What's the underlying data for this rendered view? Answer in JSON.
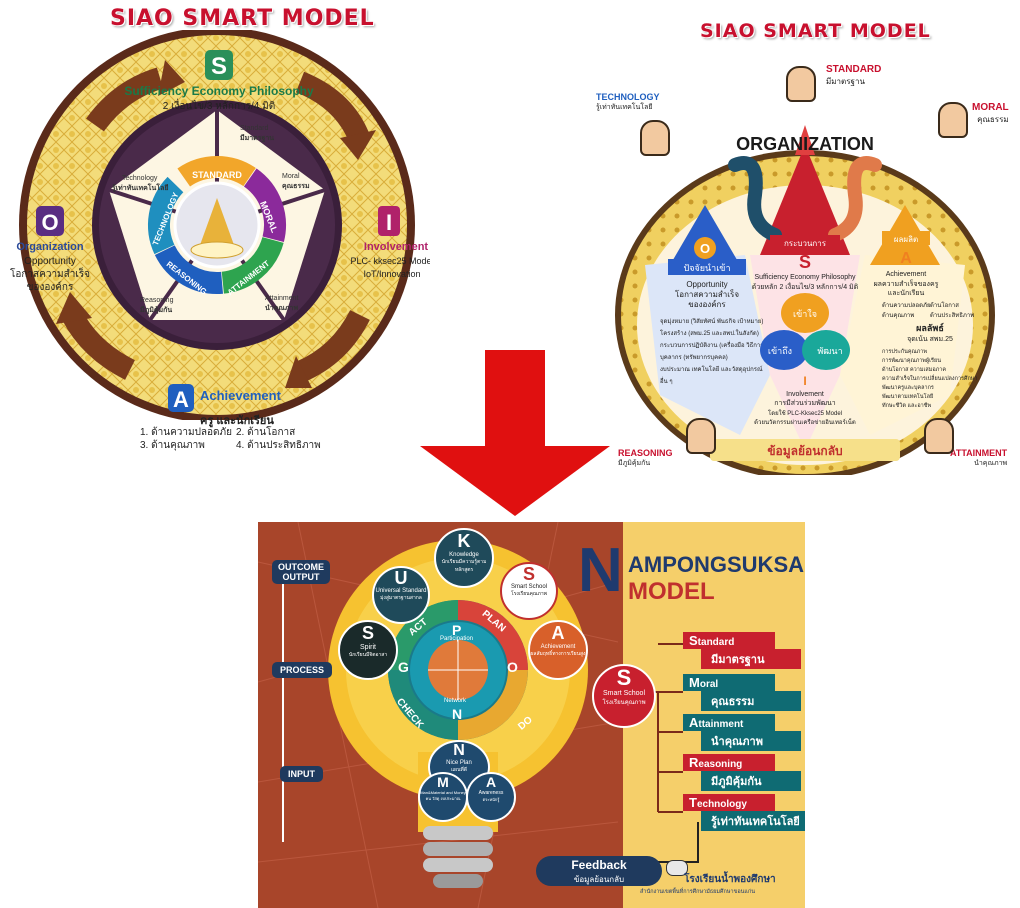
{
  "left": {
    "title": "SIAO SMART MODEL",
    "s": {
      "letter": "S",
      "title": "Sufficiency Economy Philosophy",
      "sub": "2 เงื่อนไข/3 หลักการ/4 มิติ"
    },
    "o": {
      "letter": "O",
      "title": "Organization",
      "line1": "Opportunity",
      "line2": "โอกาสความสำเร็จ",
      "line3": "ขององค์กร"
    },
    "i": {
      "letter": "I",
      "title": "Involvement",
      "line1": "PLC- kksec25 Model",
      "line2": "IoT/Innovation"
    },
    "a": {
      "letter": "A",
      "title": "Achievement",
      "sub": "ครู และนักเรียน",
      "items": [
        "1. ด้านความปลอดภัย",
        "2. ด้านโอกาส",
        "3. ด้านคุณภาพ",
        "4. ด้านประสิทธิภาพ"
      ]
    },
    "wheel": [
      "STANDARD",
      "MORAL",
      "ATTAINMENT",
      "REASONING",
      "TECHNOLOGY"
    ],
    "cards": {
      "standard": {
        "en": "Standard",
        "th": "มีมาตรฐาน"
      },
      "moral": {
        "en": "Moral",
        "th": "คุณธรรม"
      },
      "attainment": {
        "en": "Attainment",
        "th": "นำคุณภาพ"
      },
      "reasoning": {
        "en": "Reasoning",
        "th": "มีภูมิคุ้มกัน"
      },
      "technology": {
        "en": "Technology",
        "th": "รู้เท่าทันเทคโนโลยี"
      }
    }
  },
  "right": {
    "title": "SIAO SMART MODEL",
    "org": "ORGANIZATION",
    "standard": {
      "en": "STANDARD",
      "th": "มีมาตรฐาน"
    },
    "technology": {
      "en": "TECHNOLOGY",
      "th": "รู้เท่าทันเทคโนโลยี"
    },
    "moral": {
      "en": "MORAL",
      "th": "คุณธรรม"
    },
    "reasoning": {
      "en": "REASONING",
      "th": "มีภูมิคุ้มกัน"
    },
    "attainment": {
      "en": "ATTAINMENT",
      "th": "นำคุณภาพ"
    },
    "col_o": {
      "letter": "O",
      "head": "ปัจจัยนำเข้า",
      "en": "Opportunity",
      "th1": "โอกาสความสำเร็จ",
      "th2": "ขององค์กร",
      "items": [
        "จุดมุ่งหมาย (วิสัยทัศน์ พันธกิจ เป้าหมาย)",
        "โครงสร้าง (สพม.25 และสพป.ในสังกัด)",
        "กระบวนการปฏิบัติงาน (เครื่องมือ วิธีการ)",
        "บุคลากร (ทรัพยากรบุคคล)",
        "งบประมาณ เทคโนโลยี และวัสดุอุปกรณ์",
        "อื่น ๆ"
      ]
    },
    "col_s": {
      "head": "กระบวนการ",
      "letter": "S",
      "en": "Sufficiency Economy Philosophy",
      "th": "ด้วยหลัก 2 เงื่อนไข/3 หลักการ/4 มิติ"
    },
    "col_a": {
      "head": "ผลผลิต",
      "letter": "A",
      "en": "Achievement",
      "th1": "ผลความสำเร็จของครู",
      "th2": "และนักเรียน",
      "items": [
        "ด้านความปลอดภัย",
        "ด้านโอกาส",
        "ด้านคุณภาพ",
        "ด้านประสิทธิภาพ"
      ],
      "result": "ผลลัพธ์",
      "result2": "จุดเน้น สพม.25",
      "result_items": [
        "การประกันคุณภาพ",
        "การพัฒนาคุณภาพผู้เรียน",
        "ด้านโอกาส ความเสมอภาค",
        "ความสำเร็จในการเปลี่ยนแปลงการศึกษา",
        "พัฒนาครูและบุคลากร",
        "พัฒนาตามเทคโนโลยี",
        "ทักษะชีวิต และอาชีพ"
      ]
    },
    "petals": [
      "เข้าใจ",
      "เข้าถึง",
      "พัฒนา"
    ],
    "inv": {
      "letter": "I",
      "en": "Involvement",
      "th": "การมีส่วนร่วมพัฒนา",
      "line1": "โดยใช้ PLC-Kksec25 Model",
      "line2": "ด้วยนวัตกรรมผ่านเครือข่ายอินเทอร์เน็ต"
    },
    "feedback": "ข้อมูลย้อนกลับ"
  },
  "bottom": {
    "labels": {
      "outcome1": "OUTCOME",
      "outcome2": "OUTPUT",
      "process": "PROCESS",
      "input": "INPUT"
    },
    "title_n": "N",
    "title_line1": "AMPONGSUKSA",
    "title_line2": "MODEL",
    "bubbles": {
      "u": {
        "letter": "U",
        "en": "Universal Standard",
        "th": "มุ่งสู่มาตรฐานสากล"
      },
      "k": {
        "letter": "K",
        "en": "Knowledge",
        "th": "นักเรียนมีความรู้ตามหลักสูตร"
      },
      "s": {
        "letter": "S",
        "en": "Smart School",
        "th": "โรงเรียนคุณภาพ"
      },
      "spirit": {
        "letter": "S",
        "en": "Spirit",
        "th": "นักเรียนมีจิตอาสา"
      },
      "a": {
        "letter": "A",
        "en": "Achievement",
        "th": "ผลสัมฤทธิ์ทางการเรียนสูง"
      },
      "n": {
        "letter": "N",
        "en": "Nice Plan",
        "th": "แผนที่ดี"
      },
      "m": {
        "letter": "M",
        "en": "Man&Material and Money",
        "th": "คน วัสดุ งบประมาณ"
      },
      "aw": {
        "letter": "A",
        "en": "Awareness",
        "th": "ตระหนักรู้"
      }
    },
    "cycle": [
      "PLAN",
      "DO",
      "CHECK",
      "ACT"
    ],
    "ring_letters": [
      "P",
      "O",
      "N",
      "G"
    ],
    "ring_text": [
      "Participation",
      "Network"
    ],
    "smart": {
      "letter": "S",
      "en": "Smart School",
      "th": "โรงเรียนคุณภาพ"
    },
    "ribbons": [
      {
        "cap": "S",
        "en": "tandard",
        "th": "มีมาตรฐาน"
      },
      {
        "cap": "M",
        "en": "oral",
        "th": "คุณธรรม"
      },
      {
        "cap": "A",
        "en": "ttainment",
        "th": "นำคุณภาพ"
      },
      {
        "cap": "R",
        "en": "easoning",
        "th": "มีภูมิคุ้มกัน"
      },
      {
        "cap": "T",
        "en": "echnology",
        "th": "รู้เท่าทันเทคโนโลยี"
      }
    ],
    "feedback_en": "Feedback",
    "feedback_th": "ข้อมูลย้อนกลับ",
    "school": "โรงเรียนน้ำพองศึกษา",
    "office": "สำนักงานเขตพื้นที่การศึกษามัธยมศึกษาขอนแก่น"
  },
  "colors": {
    "red": "#c8102e",
    "arrow": "#e01010",
    "brown": "#8a3d1e",
    "gold": "#f0c832",
    "teal": "#0f6b73",
    "navy": "#1d3c6e"
  }
}
